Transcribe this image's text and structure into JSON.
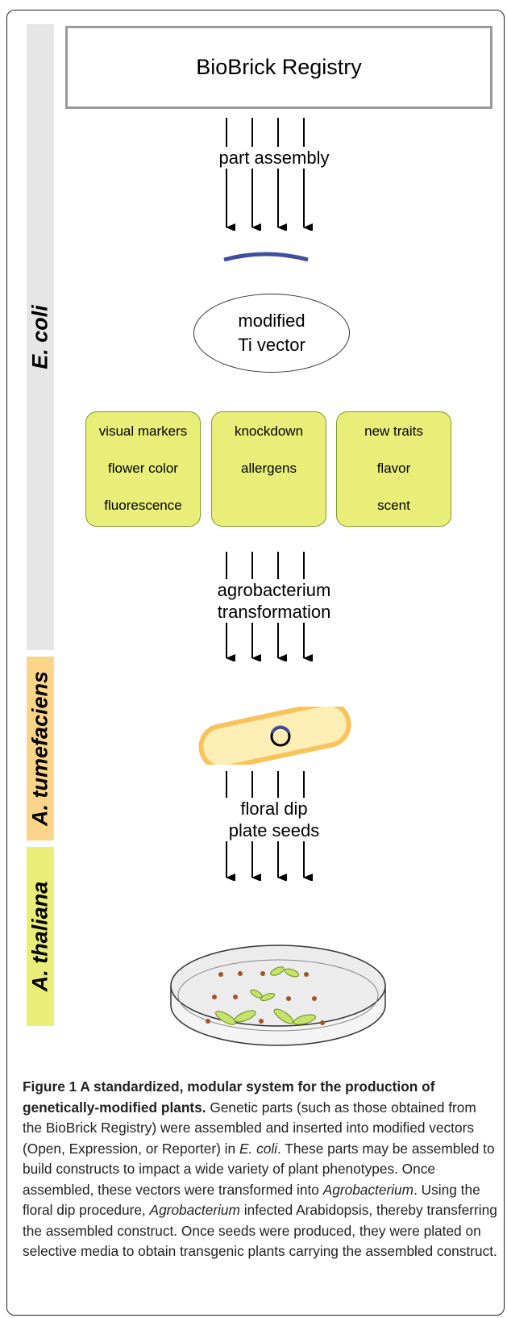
{
  "bands": {
    "ecoli": {
      "label": "E. coli",
      "color": "#e6e6e6"
    },
    "tumefaciens": {
      "label": "A. tumefaciens",
      "color": "#fdd58a"
    },
    "thaliana": {
      "label": "A. thaliana",
      "color": "#e8ee78"
    }
  },
  "registry": {
    "label": "BioBrick Registry"
  },
  "steps": {
    "assembly": {
      "line1": "part assembly"
    },
    "transformation": {
      "line1": "agrobacterium",
      "line2": "transformation"
    },
    "dip": {
      "line1": "floral dip",
      "line2": "plate seeds"
    }
  },
  "vector": {
    "line1": "modified",
    "line2": "Ti vector"
  },
  "trait_boxes": [
    {
      "line1": "visual markers",
      "line2": "flower color",
      "line3": "fluorescence"
    },
    {
      "line1": "knockdown",
      "line2": "allergens",
      "line3": ""
    },
    {
      "line1": "new traits",
      "line2": "flavor",
      "line3": "scent"
    }
  ],
  "colors": {
    "part_arc": "#3f4ea0",
    "box_fill": "#e8ee78",
    "cell_fill": "#fdeeb5",
    "cell_border": "#f9c35c",
    "seed": "#a0522d",
    "leaf": "#c5e36b"
  },
  "caption": {
    "bold": "Figure 1 A standardized, modular system for the production of genetically-modified plants.",
    "t1": " Genetic parts (such as those obtained from the BioBrick Registry) were assembled and inserted into modified vectors (Open, Expression, or Reporter) in ",
    "i1": "E. coli",
    "t2": ". These parts may be assembled to build constructs to impact a wide variety of plant phenotypes. Once assembled, these vectors were transformed into ",
    "i2": "Agrobacterium",
    "t3": ". Using the floral dip procedure, ",
    "i3": "Agrobacterium",
    "t4": " infected Arabidopsis, thereby transferring the assembled construct. Once seeds were produced, they were plated on selective media to obtain transgenic plants carrying the assembled construct."
  }
}
